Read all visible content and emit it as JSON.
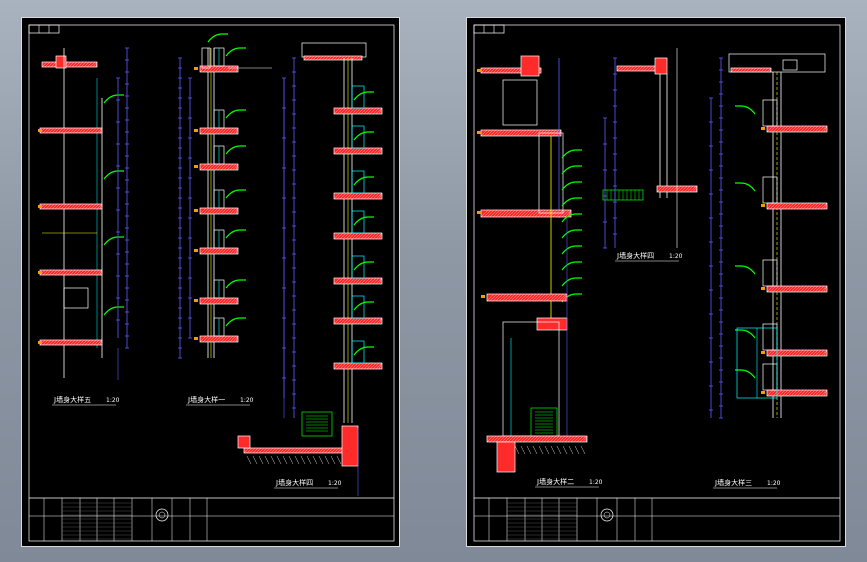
{
  "drawing": {
    "sheets": [
      {
        "id": "left",
        "section_labels": [
          {
            "text": "J墙身大样五",
            "scale": "1:20"
          },
          {
            "text": "J墙身大样一",
            "scale": "1:20"
          },
          {
            "text": "J墙身大样四",
            "scale": "1:20"
          }
        ]
      },
      {
        "id": "right",
        "section_labels": [
          {
            "text": "J墙身大样四",
            "scale": "1:20"
          },
          {
            "text": "J墙身大样二",
            "scale": "1:20"
          },
          {
            "text": "J墙身大样三",
            "scale": "1:20"
          }
        ]
      }
    ],
    "colors": {
      "background": "#000000",
      "wall_hatch": "#ff2a2a",
      "dimension": "#5a5aff",
      "annotation": "#00ff00",
      "insulation": "#ffff00",
      "frame": "#ffffff",
      "outline": "#00ffff",
      "tag": "#ff9900"
    }
  }
}
